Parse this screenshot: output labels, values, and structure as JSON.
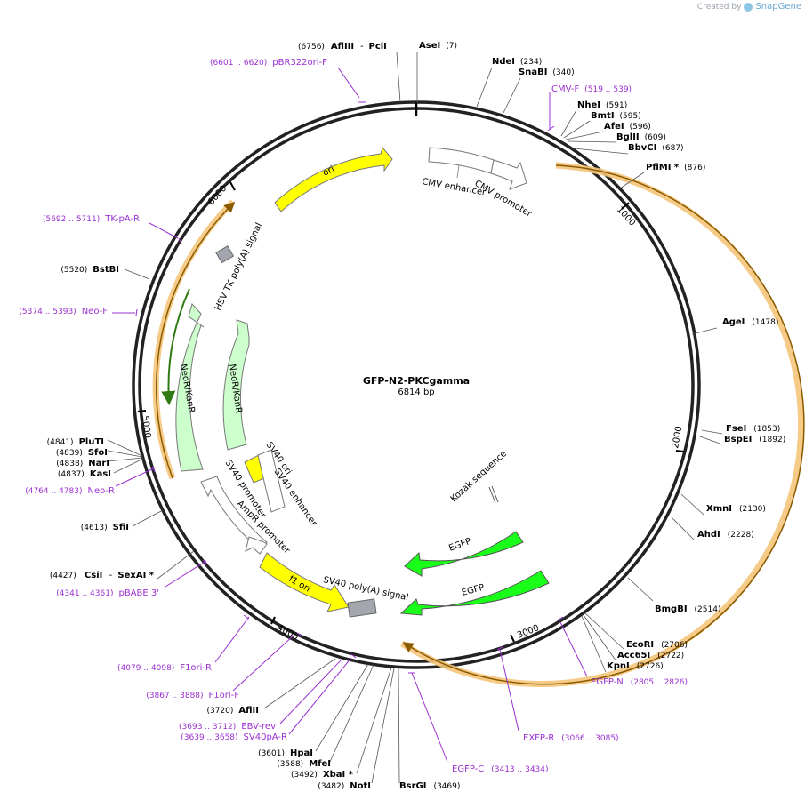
{
  "credit": {
    "prefix": "Created by",
    "brand": "SnapGene"
  },
  "plasmid": {
    "name": "GFP-N2-PKCgamma",
    "length_label": "6814 bp",
    "length_bp": 6814
  },
  "ruler_ticks": [
    "1000",
    "2000",
    "3000",
    "4000",
    "5000",
    "6000"
  ],
  "colors": {
    "enzyme": "#000000",
    "primer": "#9b30d0",
    "ori": "#ffff00",
    "egfp": "#19ff19",
    "neo": "#ccffcc",
    "promoter": "#ffffff",
    "orf_highlight": "#f5c47a",
    "polyA": "#a3a7ad"
  },
  "enzymes": [
    {
      "name": "AflIII",
      "name2": "PciI",
      "pos": "(6756)",
      "side": "left"
    },
    {
      "name": "AseI",
      "pos": "(7)",
      "side": "right"
    },
    {
      "name": "NdeI",
      "pos": "(234)",
      "side": "right"
    },
    {
      "name": "SnaBI",
      "pos": "(340)",
      "side": "right"
    },
    {
      "name": "NheI",
      "pos": "(591)",
      "side": "right"
    },
    {
      "name": "BmtI",
      "pos": "(595)",
      "side": "right"
    },
    {
      "name": "AfeI",
      "pos": "(596)",
      "side": "right"
    },
    {
      "name": "BglII",
      "pos": "(609)",
      "side": "right"
    },
    {
      "name": "BbvCI",
      "pos": "(687)",
      "side": "right"
    },
    {
      "name": "PflMI *",
      "pos": "(876)",
      "side": "right"
    },
    {
      "name": "AgeI",
      "pos": "(1478)",
      "side": "right"
    },
    {
      "name": "FseI",
      "pos": "(1853)",
      "side": "right"
    },
    {
      "name": "BspEI",
      "pos": "(1892)",
      "side": "right"
    },
    {
      "name": "XmnI",
      "pos": "(2130)",
      "side": "right"
    },
    {
      "name": "AhdI",
      "pos": "(2228)",
      "side": "right"
    },
    {
      "name": "BmgBI",
      "pos": "(2514)",
      "side": "right"
    },
    {
      "name": "EcoRI",
      "pos": "(2706)",
      "side": "right"
    },
    {
      "name": "Acc65I",
      "pos": "(2722)",
      "side": "right"
    },
    {
      "name": "KpnI",
      "pos": "(2726)",
      "side": "right"
    },
    {
      "name": "BsrGI",
      "pos": "(3469)",
      "side": "right"
    },
    {
      "name": "NotI",
      "pos": "(3482)",
      "side": "left"
    },
    {
      "name": "XbaI *",
      "pos": "(3492)",
      "side": "left"
    },
    {
      "name": "MfeI",
      "pos": "(3588)",
      "side": "left"
    },
    {
      "name": "HpaI",
      "pos": "(3601)",
      "side": "left"
    },
    {
      "name": "AflII",
      "pos": "(3720)",
      "side": "left"
    },
    {
      "name": "CsiI",
      "name2": "SexAI *",
      "pos": "(4427)",
      "side": "left"
    },
    {
      "name": "SfiI",
      "pos": "(4613)",
      "side": "left"
    },
    {
      "name": "KasI",
      "pos": "(4837)",
      "side": "left"
    },
    {
      "name": "NarI",
      "pos": "(4838)",
      "side": "left"
    },
    {
      "name": "SfoI",
      "pos": "(4839)",
      "side": "left"
    },
    {
      "name": "PluTI",
      "pos": "(4841)",
      "side": "left"
    },
    {
      "name": "BstBI",
      "pos": "(5520)",
      "side": "left"
    }
  ],
  "primers": [
    {
      "name": "pBR322ori-F",
      "range": "(6601 .. 6620)",
      "side": "left"
    },
    {
      "name": "CMV-F",
      "range": "(519 .. 539)",
      "side": "right"
    },
    {
      "name": "EGFP-N",
      "range": "(2805 .. 2826)",
      "side": "right"
    },
    {
      "name": "EXFP-R",
      "range": "(3066 .. 3085)",
      "side": "right"
    },
    {
      "name": "EGFP-C",
      "range": "(3413 .. 3434)",
      "side": "right"
    },
    {
      "name": "SV40pA-R",
      "range": "(3639 .. 3658)",
      "side": "left"
    },
    {
      "name": "EBV-rev",
      "range": "(3693 .. 3712)",
      "side": "left"
    },
    {
      "name": "F1ori-F",
      "range": "(3867 .. 3888)",
      "side": "left"
    },
    {
      "name": "F1ori-R",
      "range": "(4079 .. 4098)",
      "side": "left"
    },
    {
      "name": "pBABE 3'",
      "range": "(4341 .. 4361)",
      "side": "left"
    },
    {
      "name": "Neo-R",
      "range": "(4764 .. 4783)",
      "side": "left"
    },
    {
      "name": "Neo-F",
      "range": "(5374 .. 5393)",
      "side": "left"
    },
    {
      "name": "TK-pA-R",
      "range": "(5692 .. 5711)",
      "side": "left"
    }
  ],
  "features": [
    {
      "label": "ori",
      "type": "ori"
    },
    {
      "label": "CMV enhancer",
      "type": "promoter"
    },
    {
      "label": "CMV promoter",
      "type": "promoter"
    },
    {
      "label": "HSV TK poly(A) signal",
      "type": "polyA"
    },
    {
      "label": "NeoR/KanR",
      "type": "neo"
    },
    {
      "label": "NeoR/KanR",
      "type": "neo"
    },
    {
      "label": "SV40 ori",
      "type": "ori"
    },
    {
      "label": "SV40 enhancer",
      "type": "promoter"
    },
    {
      "label": "SV40 promoter",
      "type": "promoter"
    },
    {
      "label": "AmpR promoter",
      "type": "promoter"
    },
    {
      "label": "f1 ori",
      "type": "ori"
    },
    {
      "label": "SV40 poly(A) signal",
      "type": "polyA"
    },
    {
      "label": "EGFP",
      "type": "egfp"
    },
    {
      "label": "EGFP",
      "type": "egfp"
    },
    {
      "label": "Kozak sequence",
      "type": "misc"
    }
  ]
}
